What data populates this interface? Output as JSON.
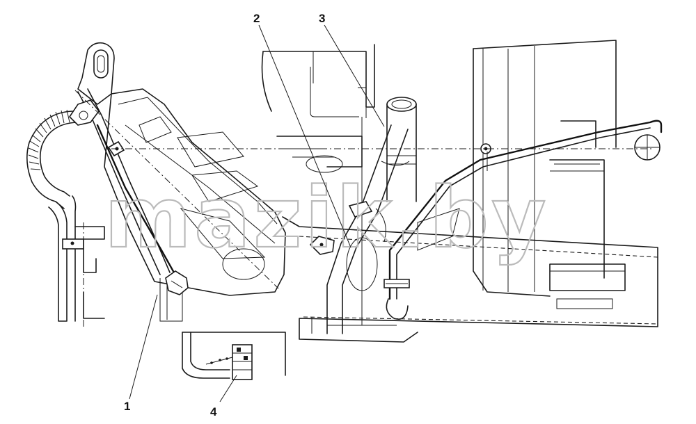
{
  "callouts": [
    {
      "id": "1",
      "label": "1"
    },
    {
      "id": "2",
      "label": "2"
    },
    {
      "id": "3",
      "label": "3"
    },
    {
      "id": "4",
      "label": "4"
    }
  ],
  "watermark": "mazik.by",
  "colors": {
    "ink": "#1a1a1a",
    "paper": "#ffffff",
    "watermark": "#bbbbbb"
  }
}
